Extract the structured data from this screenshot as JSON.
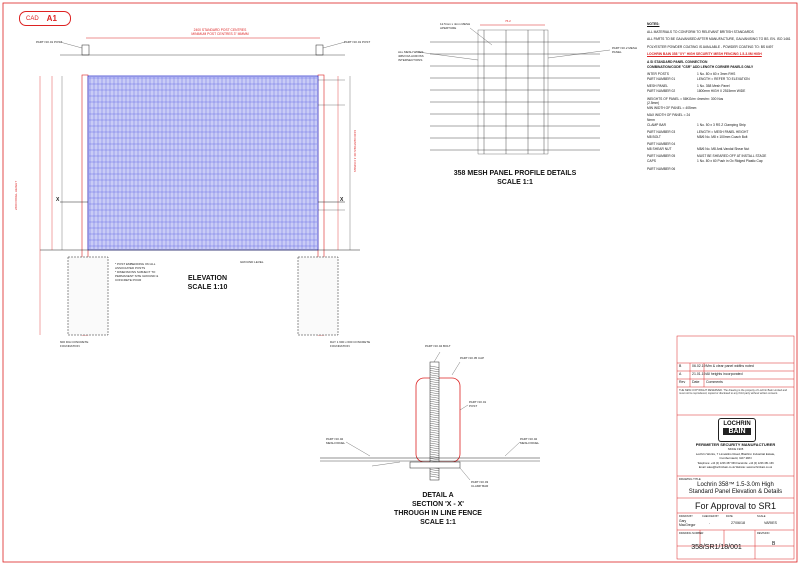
{
  "sheet": {
    "badge_left": "CAD",
    "badge_right": "A1"
  },
  "elevation": {
    "title": "ELEVATION",
    "scale": "SCALE 1:10",
    "top_dimension": "2400 STANDARD POST CENTRES",
    "top_dimension_note": "MINIMUM POST CENTRES 3\" MMMM",
    "left_dimension": "2600 PANEL HEIGHT",
    "right_dimension": "1040 CENTRES OF 4 FIXINGS",
    "post_left_label": "PART NO.01 POST",
    "post_right_label": "PART NO.01 POST",
    "footing_note_1": "* POST EMBEDDING ON ALL ASSOCIATED POSTS",
    "footing_note_2": "* DIMENSIONS SUBJECT TO PERMANENT SITE GROUND & CONCRETE POUR",
    "footing_left_label": "600 DIA CONCRETE FOUNDATION",
    "footing_right_label": "DAY 1 600 x 600 CONCRETE FOUNDATION",
    "ground_label": "GROUND LEVEL",
    "section_marker": "X"
  },
  "profile": {
    "title": "358 MESH PANEL PROFILE DETAILS",
    "scale": "SCALE 1:1",
    "top_dim": "76.2",
    "label_top": "12.5mm x 4mm MESH APERTURE",
    "label_left": "ALL MESH WIRES 4MM DIA ACROSS INTERSECTIONS",
    "label_right": "PART NO.2 MESH PANEL"
  },
  "detail": {
    "title": "DETAIL A",
    "subtitle": "SECTION 'X - X'",
    "subtitle2": "THROUGH IN LINE FENCE",
    "scale": "SCALE 1:1",
    "label_top": "PART NO.04 BOLT",
    "label_cap": "PART NO.05 CAP",
    "label_post": "PART NO.01 POST",
    "label_left_mesh": "PART NO.02 MESH PANEL",
    "label_right_mesh": "PART NO.02 MESH PANEL",
    "label_clamp": "PART NO.03 CLAMP BAR"
  },
  "notes": {
    "heading": "NOTES:",
    "lines": [
      "ALL MATERIALS TO CONFORM TO RELEVANT BRITISH STANDARDS",
      "ALL PARTS TO BE GALVANISED AFTER MANUFACTURE, GALVANISING TO BS. EN. ISO 1461",
      "POLYESTER POWDER COATING IS AVAILABLE - POWDER COATING TO: BS 6497"
    ],
    "red_heading": "LOCHRIN BAIN 358 \"XY\" HIGH SECURITY MESH FENCING 1.5-3.0M HIGH",
    "section_heading": "A SI STANDARD PANEL CONNECTION",
    "section_sub": "COMBINATION/CODE \"CSR\" ADD LENGTH CORNER PANELS ONLY",
    "parts": [
      {
        "k": "INTER POSTS",
        "v": "1 No. 80 x 60 x 3mm RHS"
      },
      {
        "k": "PART NUMBER 01",
        "v": "LENGTH = REFER TO ELEVATION"
      },
      {
        "k": "MESH PANEL",
        "v": "1 No. 358 Mesh Panel"
      },
      {
        "k": "PART NUMBER 02",
        "v": "1800mm HIGH X 2515mm WIDE"
      },
      {
        "k": "WEIGHTS OF PANEL = 58KG/m² (2.5mm)",
        "v": "4mm/m²: 300 Nos"
      },
      {
        "k": "MIN WIDTH OF PANEL = 405mm",
        "v": ""
      },
      {
        "k": "MAX WIDTH OF PANEL = 24 Nmm",
        "v": ""
      },
      {
        "k": "CLAMP BAR",
        "v": "1 No. 50 x 3 RS Z Clamping Strip"
      },
      {
        "k": "PART NUMBER 03",
        "v": "LENGTH = MESH PANEL HEIGHT"
      },
      {
        "k": "M8 BOLT",
        "v": "M8/6 No. M8 x 100mm Coach Bolt"
      },
      {
        "k": "PART NUMBER 04",
        "v": ""
      },
      {
        "k": "M8 SHEAR NUT",
        "v": "M8/6 No. M8 Anti-Vandal Shear Nut"
      },
      {
        "k": "PART NUMBER 05",
        "v": "MUST BE SHEARED OFF AT INSTALL STAGE"
      },
      {
        "k": "CAPS",
        "v": "1 No. 80 x 60 Push in Ox Ridged Plastic Cap"
      },
      {
        "k": "PART NUMBER 06",
        "v": ""
      }
    ]
  },
  "revisions": [
    {
      "rev": "B",
      "date": "06.02.19",
      "comment": "Mm & clear panel widths noted"
    },
    {
      "rev": "A",
      "date": "21.01.19",
      "comment": "All heights incorporated"
    }
  ],
  "revision_headers": {
    "rev": "Rev",
    "date": "Date",
    "comment": "Comments"
  },
  "copyright": "THE NEW COPYRIGHT RESERVED. The drawing is the property of Lochrin Bain Limited and must not be reproduced, copied or disclosed to any third party without written consent.",
  "company": {
    "logo_line1": "LOCHRIN",
    "logo_line2": "BAIN",
    "tagline": "PERIMETER SECURITY MANUFACTURER",
    "since": "SINCE 1905",
    "address1": "Lochrin Works, 7 Limekilns Road, Blairlinn Industrial Estate,",
    "address2": "Cumbernauld, G67 2RN",
    "contact": "Telephone: +44 (0) 1236 457 666  Facsimile: +44 (0) 1236 451 166",
    "web": "Email: sales@lochrinbain.co.uk  Website: www.lochrinbain.co.uk"
  },
  "drawing_title": {
    "label": "DRAWING TITLE",
    "line1": "Lochrin 358™ 1.5-3.0m High",
    "line2": "Standard Panel Elevation & Details"
  },
  "status": "For Approval to SR1",
  "meta": {
    "drawn_by_label": "DRAWN BY",
    "drawn_by": "Gary MacGregor",
    "checked_label": "CHECKED BY",
    "checked": "-",
    "date_label": "DATE",
    "date": "27/06/18",
    "scale_label": "SCALE",
    "scale": "VARIES",
    "number_label": "DRAWING NUMBER",
    "number": "358/SR1/18/001",
    "revision_label": "REVISION",
    "revision": "B"
  }
}
